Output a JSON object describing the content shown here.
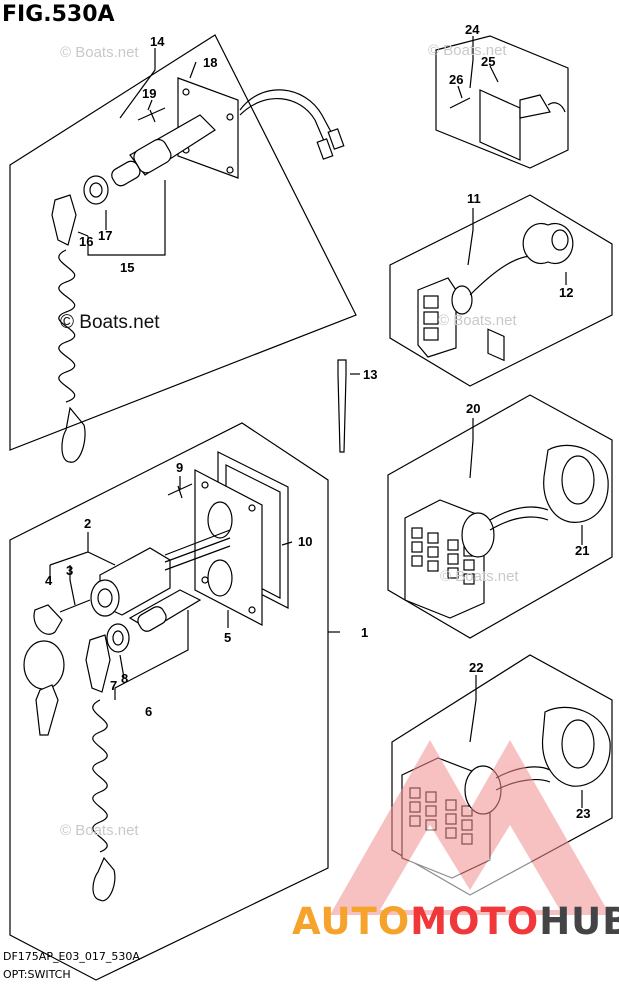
{
  "figure": {
    "title": "FIG.530A",
    "code": "DF175AP_E03_017_530A",
    "caption": "OPT:SWITCH"
  },
  "watermark": {
    "small_text": "© Boats.net",
    "large_text": "© Boats.net",
    "brand_part1": "AUTO",
    "brand_part2": "MOTO",
    "brand_part3": "HUB",
    "brand_colors": [
      "#f6a32b",
      "#f0383b",
      "#444447"
    ]
  },
  "parts": {
    "p1": "1",
    "p2": "2",
    "p3": "3",
    "p4": "4",
    "p5": "5",
    "p6": "6",
    "p7": "7",
    "p8": "8",
    "p9": "9",
    "p10": "10",
    "p11": "11",
    "p12": "12",
    "p13": "13",
    "p14": "14",
    "p15": "15",
    "p16": "16",
    "p17": "17",
    "p18": "18",
    "p19": "19",
    "p20": "20",
    "p21": "21",
    "p22": "22",
    "p23": "23",
    "p24": "24",
    "p25": "25",
    "p26": "26"
  }
}
